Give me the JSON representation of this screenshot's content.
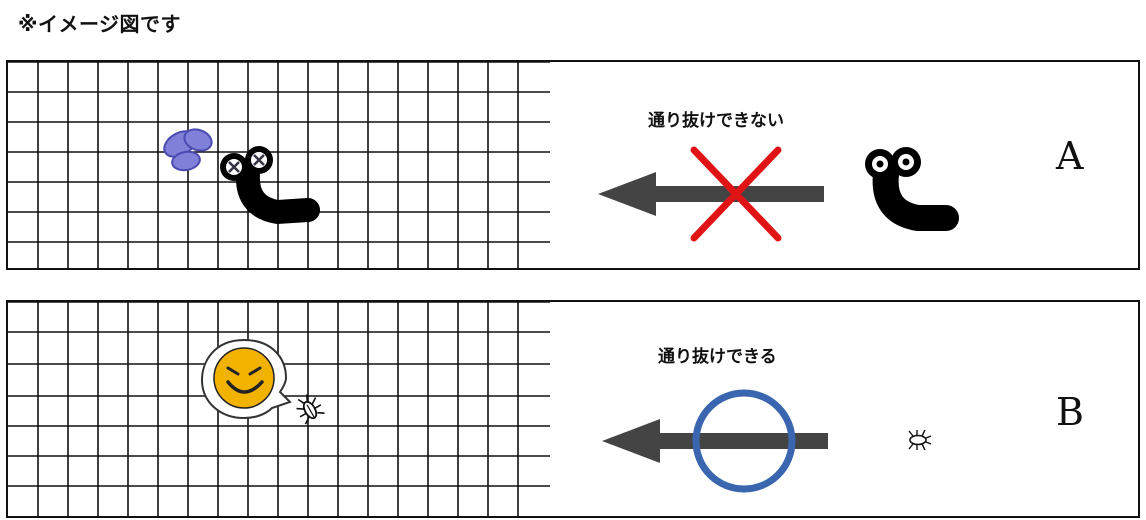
{
  "header": {
    "note": "※イメージ図です"
  },
  "panels": [
    {
      "id": "A",
      "caption": "通り抜けできない",
      "letter": "A",
      "passable": false,
      "mark_color": "#e01414",
      "arrow_color": "#444444"
    },
    {
      "id": "B",
      "caption": "通り抜けできる",
      "letter": "B",
      "passable": true,
      "mark_color": "#3a66b0",
      "arrow_color": "#444444"
    }
  ],
  "colors": {
    "grid": "#111111",
    "splash": "#8080d8",
    "splash_stroke": "#4a4ab0",
    "worm": "#000000",
    "face": "#f2b200"
  }
}
